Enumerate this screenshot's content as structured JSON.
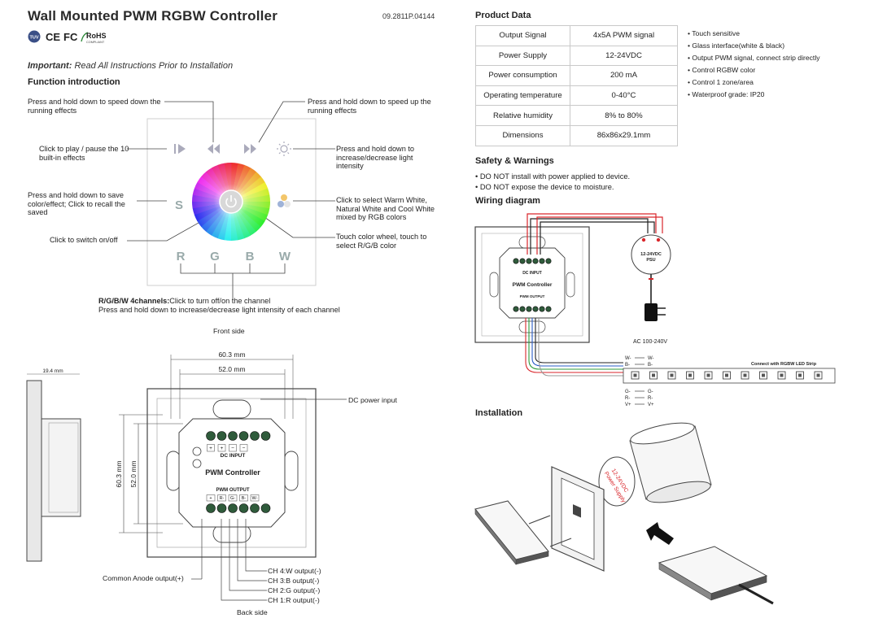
{
  "header": {
    "title": "Wall Mounted PWM RGBW Controller",
    "model_code": "09.2811P.04144",
    "certifications": [
      "TUV",
      "CE",
      "FC",
      "RoHS",
      "COMPLIANT"
    ],
    "important_prefix": "Important:",
    "important_text": " Read All Instructions Prior to Installation"
  },
  "function_intro": {
    "heading": "Function introduction",
    "notes": {
      "speed_down": "Press and hold down to speed down the running effects",
      "speed_up": "Press and hold down to speed up the running effects",
      "play_pause": "Click to play / pause the 10 built-in effects",
      "intensity": "Press and hold down to increase/decrease light intensity",
      "save": "Press and hold down to save color/effect; Click to recall the saved",
      "warm_white": "Click to select Warm White, Natural White and Cool White mixed by RGB colors",
      "on_off": "Click to switch on/off",
      "color_wheel": "Touch color wheel, touch to select R/G/B color",
      "channels_bold": "R/G/B/W 4channels:",
      "channels_line1": "Click to turn off/on the channel",
      "channels_line2": "Press and hold down to increase/decrease light intensity of each channel"
    },
    "panel_keys": {
      "save": "S",
      "r": "R",
      "g": "G",
      "b": "B",
      "w": "W"
    },
    "front_side": "Front side"
  },
  "back_view": {
    "side_depth": "19.4 mm",
    "dim_outer_w": "60.3 mm",
    "dim_inner_w": "52.0 mm",
    "dim_outer_h": "60.3 mm",
    "dim_inner_h": "52.0 mm",
    "dc_power_input": "DC power input",
    "dc_input": "DC INPUT",
    "module_label": "PWM Controller",
    "pwm_output": "PWM OUTPUT",
    "input_terms": [
      "+",
      "+",
      "−",
      "−"
    ],
    "output_terms": [
      "+",
      "R-",
      "G-",
      "B-",
      "W-"
    ],
    "common_anode": "Common Anode output(+)",
    "ch4": "CH 4:W output(-)",
    "ch3": "CH 3:B output(-)",
    "ch2": "CH 2:G output(-)",
    "ch1": "CH 1:R output(-)",
    "back_side": "Back side"
  },
  "product_data": {
    "heading": "Product Data",
    "rows": [
      {
        "key": "Output Signal",
        "value": "4x5A PWM signal"
      },
      {
        "key": "Power Supply",
        "value": "12-24VDC"
      },
      {
        "key": "Power consumption",
        "value": "200 mA"
      },
      {
        "key": "Operating temperature",
        "value": "0-40°C"
      },
      {
        "key": "Relative humidity",
        "value": "8% to 80%"
      },
      {
        "key": "Dimensions",
        "value": "86x86x29.1mm"
      }
    ],
    "features": [
      "• Touch sensitive",
      "• Glass interface(white & black)",
      "• Output PWM signal, connect strip directly",
      "• Control RGBW color",
      "• Control 1 zone/area",
      "• Waterproof grade: IP20"
    ]
  },
  "safety": {
    "heading": "Safety & Warnings",
    "items": [
      "• DO NOT install with power applied to device.",
      "• DO NOT expose the device to moisture."
    ]
  },
  "wiring": {
    "heading": "Wiring diagram",
    "psu_line1": "12-24VDC",
    "psu_line2": "PSU",
    "ac_label": "AC 100-240V",
    "dc_input": "DC INPUT",
    "module_label": "PWM Controller",
    "pwm_output": "PWM OUTPUT",
    "strip_label": "Connect with RGBW LED Strip",
    "strip_top": [
      "W-",
      "B-"
    ],
    "strip_bottom": [
      "G-",
      "R-",
      "V+"
    ]
  },
  "installation": {
    "heading": "Installation",
    "box_text_1": "12-24VDC",
    "box_text_2": "Power Supply"
  },
  "colors": {
    "wire_red": "#d9262b",
    "wire_black": "#222222",
    "wire_green": "#2e9b3b",
    "wire_blue": "#2a5cc7",
    "border": "#c9c9c9"
  }
}
